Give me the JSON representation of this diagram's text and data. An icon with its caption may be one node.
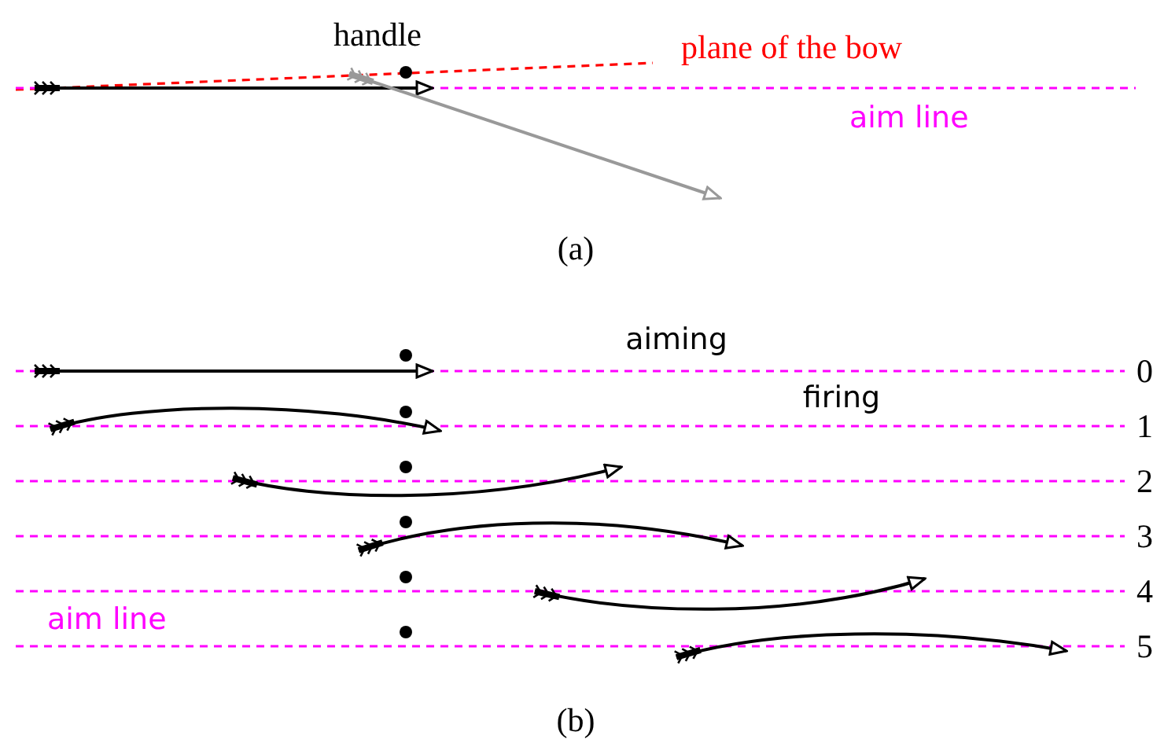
{
  "diagram": {
    "labels": [
      "handle",
      "plane of the bow",
      "aim line",
      "(a)",
      "aiming",
      "0",
      "firing",
      "1",
      "2",
      "3",
      "4",
      "aim line",
      "5",
      "(b)"
    ]
  }
}
